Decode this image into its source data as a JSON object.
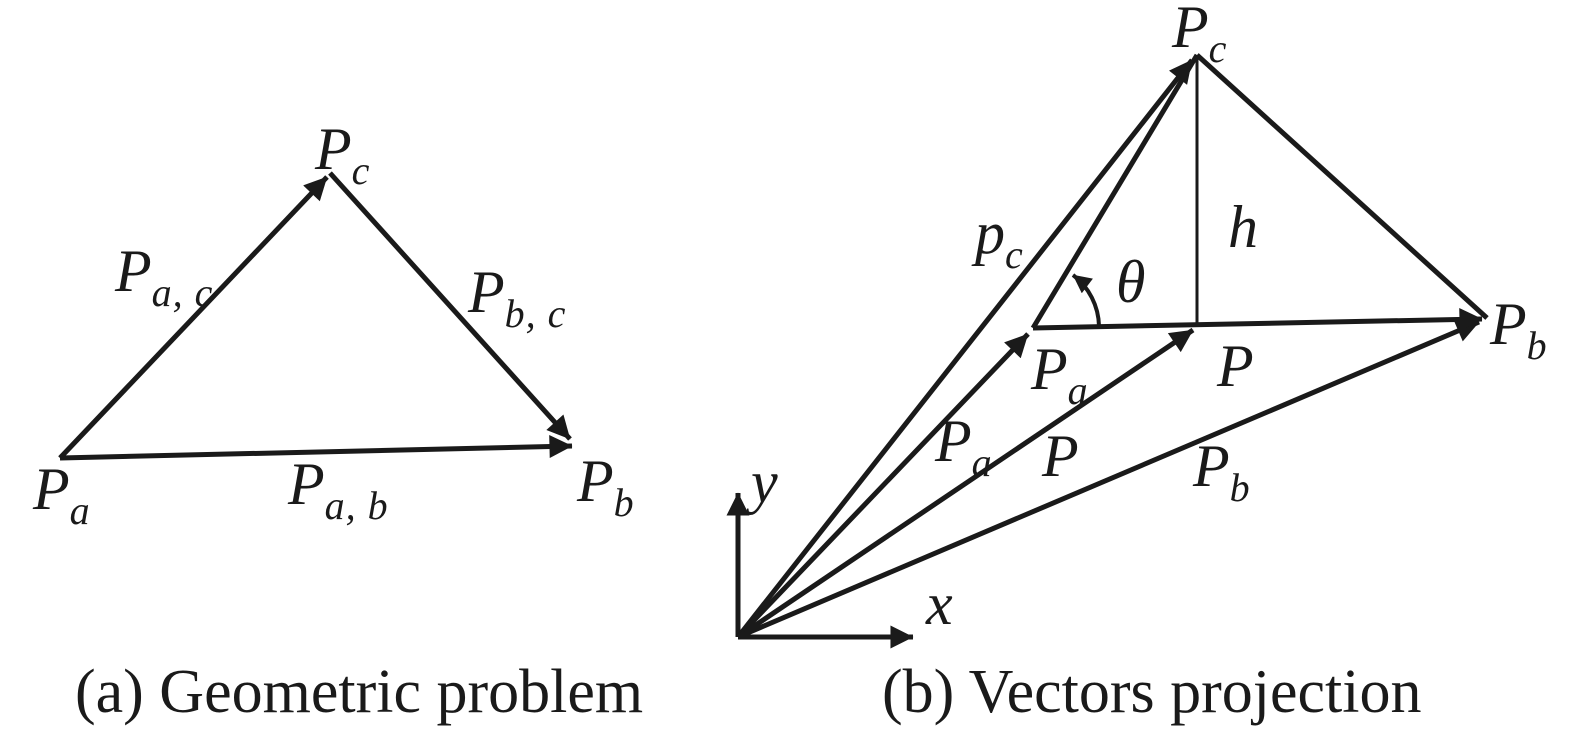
{
  "figure": {
    "panel_a": {
      "caption": "(a) Geometric problem",
      "labels": {
        "point_pa": {
          "main": "P",
          "sub": "a"
        },
        "point_pb": {
          "main": "P",
          "sub": "b"
        },
        "point_pc": {
          "main": "P",
          "sub": "c"
        },
        "edge_pac": {
          "main": "P",
          "sub": "a, c"
        },
        "edge_pbc": {
          "main": "P",
          "sub": "b, c"
        },
        "edge_pab": {
          "main": "P",
          "sub": "a, b"
        }
      }
    },
    "panel_b": {
      "caption": "(b) Vectors projection",
      "labels": {
        "axis_x": "x",
        "axis_y": "y",
        "theta": "θ",
        "height": "h",
        "vec_pc": {
          "main": "p",
          "sub": "c"
        },
        "point_pc": {
          "main": "P",
          "sub": "c"
        },
        "point_pa": {
          "main": "P",
          "sub": "a"
        },
        "point_p": {
          "main": "P",
          "sub": ""
        },
        "point_pb": {
          "main": "P",
          "sub": "b"
        },
        "vec_pa": {
          "main": "P",
          "sub": "a"
        },
        "vec_p": {
          "main": "P",
          "sub": ""
        },
        "vec_pb": {
          "main": "P",
          "sub": "b"
        }
      }
    },
    "colors": {
      "ink": "#1a1a1a",
      "background": "#ffffff"
    }
  }
}
